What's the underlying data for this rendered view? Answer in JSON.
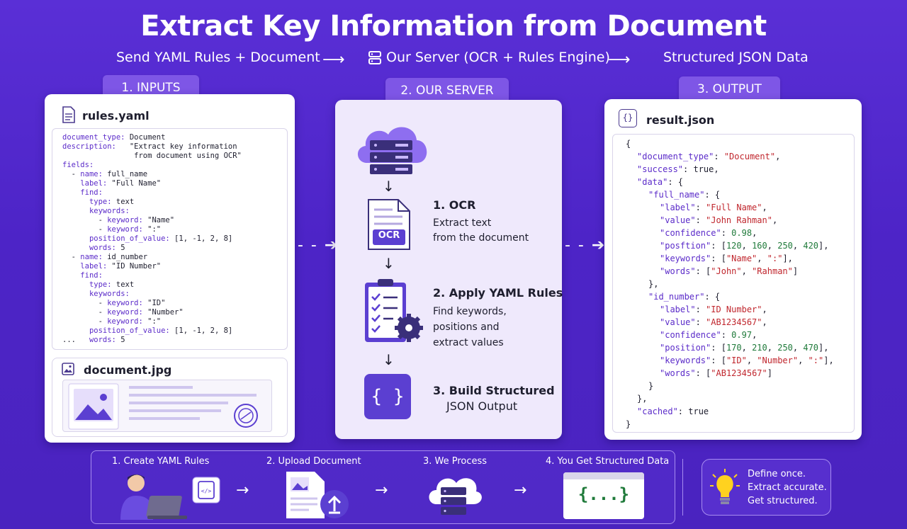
{
  "title": "Extract Key Information from Document",
  "flow": {
    "step1": "Send YAML Rules + Document",
    "step2": "Our Server (OCR + Rules Engine)",
    "step3": "Structured JSON Data",
    "arrow": "⟶"
  },
  "sections": {
    "inputs": "1. INPUTS",
    "server": "2. OUR SERVER",
    "output": "3. OUTPUT"
  },
  "inputs": {
    "rules_file": "rules.yaml",
    "doc_file": "document.jpg",
    "yaml_lines": [
      "document_type: Document",
      "description:   \"Extract key information",
      "                from document using OCR\"",
      "fields:",
      "  - name: full_name",
      "    label: \"Full Name\"",
      "    find:",
      "      type: text",
      "      keywords:",
      "        - keyword: \"Name\"",
      "        - keyword: \":\"",
      "      position_of_value: [1, -1, 2, 8]",
      "      words: 5",
      "  - name: id_number",
      "    label: \"ID Number\"",
      "    find:",
      "      type: text",
      "      keywords:",
      "        - keyword: \"ID\"",
      "        - keyword: \"Number\"",
      "        - keyword: \":\"",
      "      position_of_value: [1, -1, 2, 8]",
      "...   words: 5"
    ]
  },
  "server": {
    "ocr_badge": "OCR",
    "steps": [
      {
        "title": "1. OCR",
        "desc1": "Extract text",
        "desc2": "from the document",
        "desc3": ""
      },
      {
        "title": "2. Apply YAML Rules",
        "desc1": "Find keywords,",
        "desc2": "positions and",
        "desc3": "extract values"
      },
      {
        "title": "3. Build Structured",
        "desc1": "JSON Output",
        "desc2": "",
        "desc3": ""
      }
    ],
    "braces": "{ }",
    "down": "↓"
  },
  "output": {
    "file": "result.json",
    "json_lines": [
      {
        "indent": 0,
        "parts": [
          [
            "p",
            "{"
          ]
        ]
      },
      {
        "indent": 1,
        "parts": [
          [
            "k",
            "\"document_type\""
          ],
          [
            "p",
            ": "
          ],
          [
            "s",
            "\"Document\""
          ],
          [
            "p",
            ","
          ]
        ]
      },
      {
        "indent": 1,
        "parts": [
          [
            "k",
            "\"success\""
          ],
          [
            "p",
            ": "
          ],
          [
            "p",
            "true,"
          ]
        ]
      },
      {
        "indent": 1,
        "parts": [
          [
            "k",
            "\"data\""
          ],
          [
            "p",
            ": {"
          ]
        ]
      },
      {
        "indent": 2,
        "parts": [
          [
            "k",
            "\"full_name\""
          ],
          [
            "p",
            ": {"
          ]
        ]
      },
      {
        "indent": 3,
        "parts": [
          [
            "k",
            "\"label\""
          ],
          [
            "p",
            ": "
          ],
          [
            "s",
            "\"Full Name\""
          ],
          [
            "p",
            ","
          ]
        ]
      },
      {
        "indent": 3,
        "parts": [
          [
            "k",
            "\"value\""
          ],
          [
            "p",
            ": "
          ],
          [
            "s",
            "\"John Rahman\""
          ],
          [
            "p",
            ","
          ]
        ]
      },
      {
        "indent": 3,
        "parts": [
          [
            "k",
            "\"confidence\""
          ],
          [
            "p",
            ": "
          ],
          [
            "n",
            "0.98"
          ],
          [
            "p",
            ","
          ]
        ]
      },
      {
        "indent": 3,
        "parts": [
          [
            "k",
            "\"posftion\""
          ],
          [
            "p",
            ": ["
          ],
          [
            "n",
            "120"
          ],
          [
            "p",
            ", "
          ],
          [
            "n",
            "160"
          ],
          [
            "p",
            ", "
          ],
          [
            "n",
            "250"
          ],
          [
            "p",
            ", "
          ],
          [
            "n",
            "420"
          ],
          [
            "p",
            "],"
          ]
        ]
      },
      {
        "indent": 3,
        "parts": [
          [
            "k",
            "\"keywords\""
          ],
          [
            "p",
            ": ["
          ],
          [
            "s",
            "\"Name\""
          ],
          [
            "p",
            ", "
          ],
          [
            "s",
            "\":\""
          ],
          [
            "p",
            "],"
          ]
        ]
      },
      {
        "indent": 3,
        "parts": [
          [
            "k",
            "\"words\""
          ],
          [
            "p",
            ": ["
          ],
          [
            "s",
            "\"John\""
          ],
          [
            "p",
            ", "
          ],
          [
            "s",
            "\"Rahman\""
          ],
          [
            "p",
            "]"
          ]
        ]
      },
      {
        "indent": 2,
        "parts": [
          [
            "p",
            "},"
          ]
        ]
      },
      {
        "indent": 2,
        "parts": [
          [
            "k",
            "\"id_number\""
          ],
          [
            "p",
            ": {"
          ]
        ]
      },
      {
        "indent": 3,
        "parts": [
          [
            "k",
            "\"label\""
          ],
          [
            "p",
            ": "
          ],
          [
            "s",
            "\"ID Number\""
          ],
          [
            "p",
            ","
          ]
        ]
      },
      {
        "indent": 3,
        "parts": [
          [
            "k",
            "\"value\""
          ],
          [
            "p",
            ": "
          ],
          [
            "s",
            "\"AB1234567\""
          ],
          [
            "p",
            ","
          ]
        ]
      },
      {
        "indent": 3,
        "parts": [
          [
            "k",
            "\"confidence\""
          ],
          [
            "p",
            ": "
          ],
          [
            "n",
            "0.97"
          ],
          [
            "p",
            ","
          ]
        ]
      },
      {
        "indent": 3,
        "parts": [
          [
            "k",
            "\"position\""
          ],
          [
            "p",
            ": ["
          ],
          [
            "n",
            "170"
          ],
          [
            "p",
            ", "
          ],
          [
            "n",
            "210"
          ],
          [
            "p",
            ", "
          ],
          [
            "n",
            "250"
          ],
          [
            "p",
            ", "
          ],
          [
            "n",
            "470"
          ],
          [
            "p",
            "],"
          ]
        ]
      },
      {
        "indent": 3,
        "parts": [
          [
            "k",
            "\"keywords\""
          ],
          [
            "p",
            ": ["
          ],
          [
            "s",
            "\"ID\""
          ],
          [
            "p",
            ", "
          ],
          [
            "s",
            "\"Number\""
          ],
          [
            "p",
            ", "
          ],
          [
            "s",
            "\":\""
          ],
          [
            "p",
            "],"
          ]
        ]
      },
      {
        "indent": 3,
        "parts": [
          [
            "k",
            "\"words\""
          ],
          [
            "p",
            ": ["
          ],
          [
            "s",
            "\"AB1234567\""
          ],
          [
            "p",
            "]"
          ]
        ]
      },
      {
        "indent": 2,
        "parts": [
          [
            "p",
            "}"
          ]
        ]
      },
      {
        "indent": 1,
        "parts": [
          [
            "p",
            "},"
          ]
        ]
      },
      {
        "indent": 1,
        "parts": [
          [
            "k",
            "\"cached\""
          ],
          [
            "p",
            ": "
          ],
          [
            "p",
            "true"
          ]
        ]
      },
      {
        "indent": 0,
        "parts": [
          [
            "p",
            "}"
          ]
        ]
      }
    ]
  },
  "bottom": {
    "steps": [
      "1. Create YAML Rules",
      "2. Upload Document",
      "3. We Process",
      "4. You Get Structured Data"
    ],
    "json_badge": "{...}",
    "arrow": "→"
  },
  "tip": {
    "line1": "Define once.",
    "line2": "Extract accurate.",
    "line3": "Get structured."
  },
  "colors": {
    "background": "#4d24c7",
    "pill": "#7e56e6",
    "accent": "#5b2bc9",
    "string": "#c0262d",
    "number": "#1f7a3a"
  }
}
